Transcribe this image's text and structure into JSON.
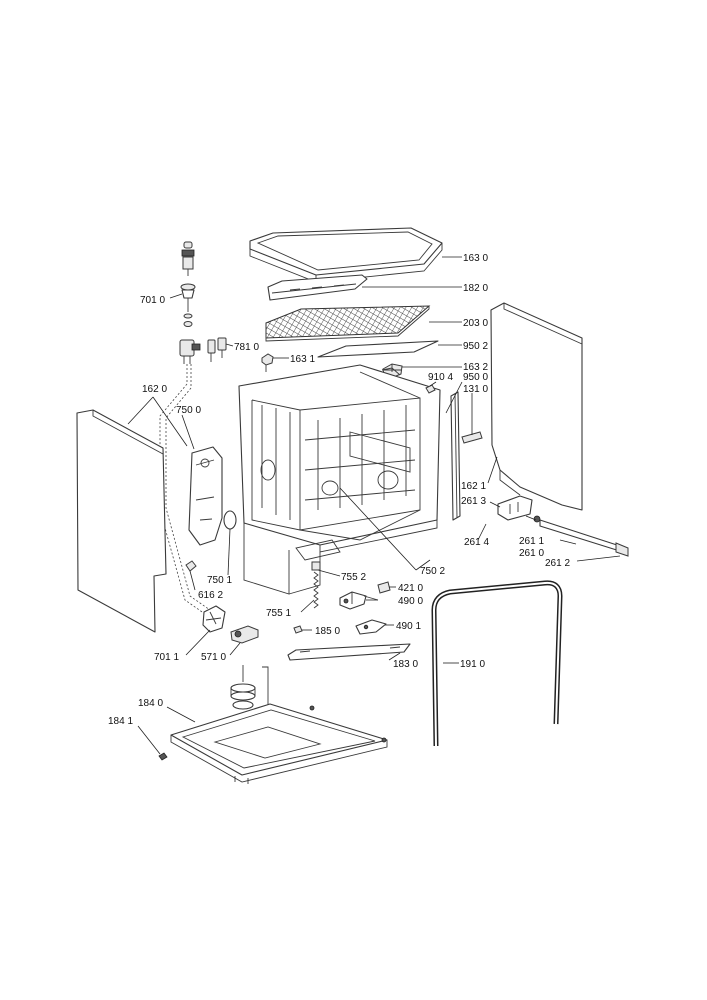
{
  "colors": {
    "line": "#3a3a3a",
    "background": "#ffffff",
    "text": "#111111"
  },
  "parts": [
    {
      "id": "p1630",
      "code": "163 0"
    },
    {
      "id": "p1820",
      "code": "182 0"
    },
    {
      "id": "p2030",
      "code": "203 0"
    },
    {
      "id": "p9502",
      "code": "950 2"
    },
    {
      "id": "p1632",
      "code": "163 2"
    },
    {
      "id": "p1631",
      "code": "163 1"
    },
    {
      "id": "p7810",
      "code": "781 0"
    },
    {
      "id": "p7010",
      "code": "701 0"
    },
    {
      "id": "p1620",
      "code": "162 0"
    },
    {
      "id": "p7500",
      "code": "750 0"
    },
    {
      "id": "p9104",
      "code": "910 4"
    },
    {
      "id": "p9500",
      "code": "950 0"
    },
    {
      "id": "p1310",
      "code": "131 0"
    },
    {
      "id": "p1621",
      "code": "162 1"
    },
    {
      "id": "p2613",
      "code": "261 3"
    },
    {
      "id": "p2614",
      "code": "261 4"
    },
    {
      "id": "p2611",
      "code": "261 1"
    },
    {
      "id": "p2610",
      "code": "261 0"
    },
    {
      "id": "p2612",
      "code": "261 2"
    },
    {
      "id": "p7502",
      "code": "750 2"
    },
    {
      "id": "p7552",
      "code": "755 2"
    },
    {
      "id": "p4210",
      "code": "421 0"
    },
    {
      "id": "p4900",
      "code": "490 0"
    },
    {
      "id": "p7501",
      "code": "750 1"
    },
    {
      "id": "p6162",
      "code": "616 2"
    },
    {
      "id": "p7551",
      "code": "755 1"
    },
    {
      "id": "p1850",
      "code": "185 0"
    },
    {
      "id": "p4901",
      "code": "490 1"
    },
    {
      "id": "p7011",
      "code": "701 1"
    },
    {
      "id": "p5710",
      "code": "571 0"
    },
    {
      "id": "p1830",
      "code": "183 0"
    },
    {
      "id": "p1910",
      "code": "191 0"
    },
    {
      "id": "p1840",
      "code": "184 0"
    },
    {
      "id": "p1841",
      "code": "184 1"
    }
  ]
}
